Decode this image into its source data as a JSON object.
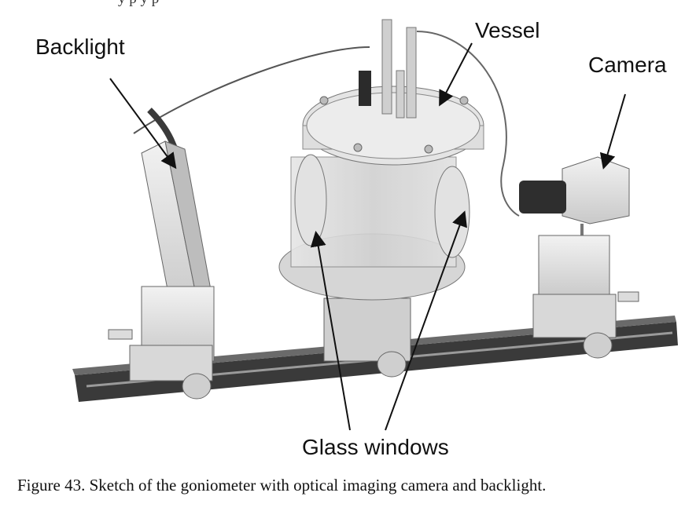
{
  "top_text": "y p y p",
  "labels": {
    "backlight": "Backlight",
    "vessel": "Vessel",
    "camera": "Camera",
    "glass_windows": "Glass windows"
  },
  "caption": "Figure 43. Sketch of the goniometer with optical imaging camera and backlight."
}
